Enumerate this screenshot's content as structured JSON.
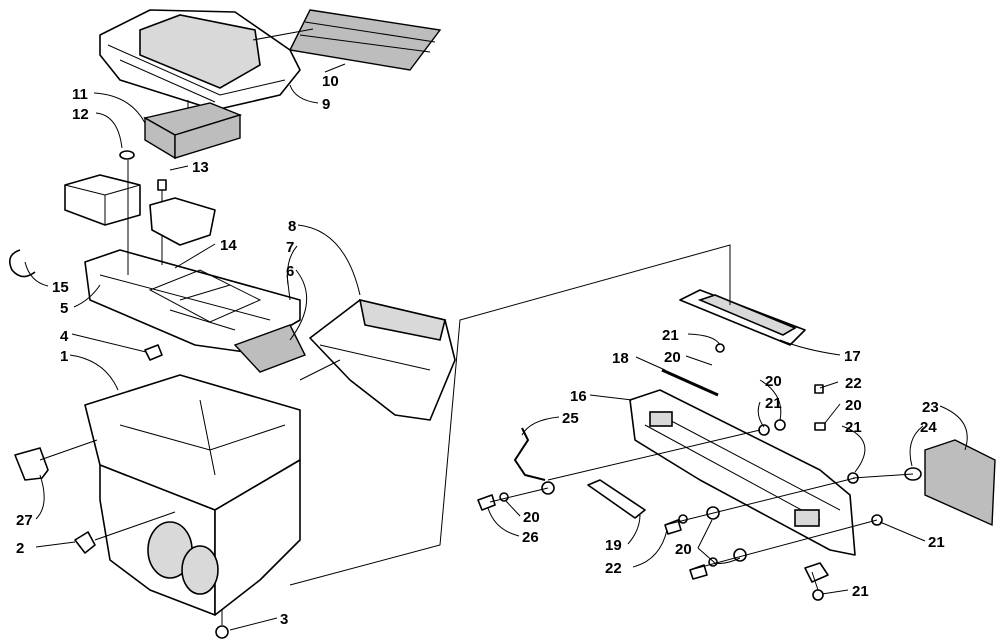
{
  "callouts": [
    {
      "id": "c1",
      "text": "1"
    },
    {
      "id": "c2",
      "text": "2"
    },
    {
      "id": "c3",
      "text": "3"
    },
    {
      "id": "c4",
      "text": "4"
    },
    {
      "id": "c5",
      "text": "5"
    },
    {
      "id": "c6",
      "text": "6"
    },
    {
      "id": "c7",
      "text": "7"
    },
    {
      "id": "c8",
      "text": "8"
    },
    {
      "id": "c9",
      "text": "9"
    },
    {
      "id": "c10",
      "text": "10"
    },
    {
      "id": "c11",
      "text": "11"
    },
    {
      "id": "c12",
      "text": "12"
    },
    {
      "id": "c13",
      "text": "13"
    },
    {
      "id": "c14",
      "text": "14"
    },
    {
      "id": "c15",
      "text": "15"
    },
    {
      "id": "c16",
      "text": "16"
    },
    {
      "id": "c17",
      "text": "17"
    },
    {
      "id": "c18",
      "text": "18"
    },
    {
      "id": "c19",
      "text": "19"
    },
    {
      "id": "c20a",
      "text": "20"
    },
    {
      "id": "c20b",
      "text": "20"
    },
    {
      "id": "c20c",
      "text": "20"
    },
    {
      "id": "c20d",
      "text": "20"
    },
    {
      "id": "c20e",
      "text": "20"
    },
    {
      "id": "c21a",
      "text": "21"
    },
    {
      "id": "c21b",
      "text": "21"
    },
    {
      "id": "c21c",
      "text": "21"
    },
    {
      "id": "c21d",
      "text": "21"
    },
    {
      "id": "c21e",
      "text": "21"
    },
    {
      "id": "c22a",
      "text": "22"
    },
    {
      "id": "c22b",
      "text": "22"
    },
    {
      "id": "c23",
      "text": "23"
    },
    {
      "id": "c24",
      "text": "24"
    },
    {
      "id": "c25",
      "text": "25"
    },
    {
      "id": "c26",
      "text": "26"
    },
    {
      "id": "c27",
      "text": "27"
    }
  ]
}
